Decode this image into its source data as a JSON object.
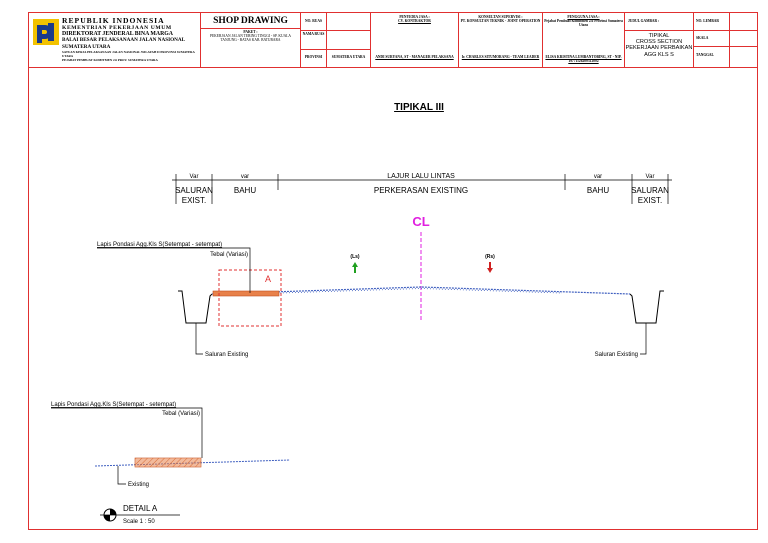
{
  "header": {
    "org_line1": "REPUBLIK INDONESIA",
    "org_line2": "KEMENTRIAN PEKERJAAN UMUM",
    "org_line3": "DIREKTORAT JENDERAL BINA MARGA",
    "org_line4": "BALAI BESAR PELAKSANAAN JALAN NASIONAL",
    "org_line5": "SUMATERA UTARA",
    "org_line6": "SATUAN KERJA PELAKSANAAN JALAN NASIONAL WILAYAH II PROVINSI SUMATERA UTARA",
    "org_line7": "PEJABAT PEMBUAT KOMITMEN 2.6 PROV. SUMATERA UTARA",
    "sheet_title": "SHOP DRAWING",
    "paket_label": "PAKET :",
    "paket_text": "PEKERJAAN JALAN TEBING TINGGI - SP. KUALA TANJUNG - BATAS KAB. BATUBARA",
    "nama_ruas_label": "NO. RUAS",
    "nama_ruas_label2": "NAMA RUAS",
    "provinsi_label": "PROVINSI",
    "provinsi_value": "SUMATERA UTARA",
    "penyedia_label": "PENYEDIA JASA :",
    "penyedia_value": "CV. KONTRAKTOR",
    "penyedia_person": "ANDI SURYANA, ST - MANAGER PELAKSANA",
    "konsultan_label": "KONSULTAN SUPERVISI :",
    "konsultan_value": "PT. KONSULTAN TEKNIK - JOINT OPERATION",
    "konsultan_person": "Ir. CHARLES SITUMORANG - TEAM LEADER",
    "pengguna_label": "PENGGUNA JASA :",
    "pengguna_value": "Pejabat Pembuat Komitmen 2.6 Provinsi Sumatera Utara",
    "pengguna_person": "ELISA KRISTINA LUMBANTOBING, ST - NIP. 19771126200312002",
    "judul_label": "JUDUL GAMBAR :",
    "judul_value_1": "TIPIKAL",
    "judul_value_2": "CROSS SECTION",
    "judul_value_3": "PEKERJAAN PERBAIKAN",
    "judul_value_4": "AGG KLS S",
    "no_lembar_label": "NO. LEMBAR",
    "skala_label": "SKALA",
    "tanggal_label": "TANGGAL"
  },
  "drawing": {
    "title": "TIPIKAL III",
    "dim_var": "Var",
    "dim_var_lower": "var",
    "lajur": "LAJUR LALU LINTAS",
    "saluran_exist": "SALURAN",
    "saluran_exist_2": "EXIST.",
    "bahu": "BAHU",
    "perkerasan": "PERKERASAN EXISTING",
    "centerline": "CL",
    "lajur_kiri": "(Ls)",
    "lajur_kanan": "(Rs)",
    "callout_layer": "Lapis Pondasi Agg.Kls S(Setempat - setempat)",
    "callout_thickness": "Tebal (Variasi)",
    "detail_mark": "A",
    "saluran_left": "Saluran Existing",
    "saluran_right": "Saluran Existing",
    "detail_callout_layer": "Lapis Pondasi Agg.Kls S(Setempat - setempat)",
    "detail_callout_thickness": "Tebal (Variasi)",
    "detail_existing": "Existing",
    "detail_title": "DETAIL  A",
    "detail_scale": "Scale 1 : 50"
  },
  "colors": {
    "border": "#e03030",
    "aggregate": "#e8814a",
    "centerline": "#e020e0",
    "arrow_up": "#20a020",
    "arrow_down": "#d02020",
    "pavement": "#4060c0"
  }
}
